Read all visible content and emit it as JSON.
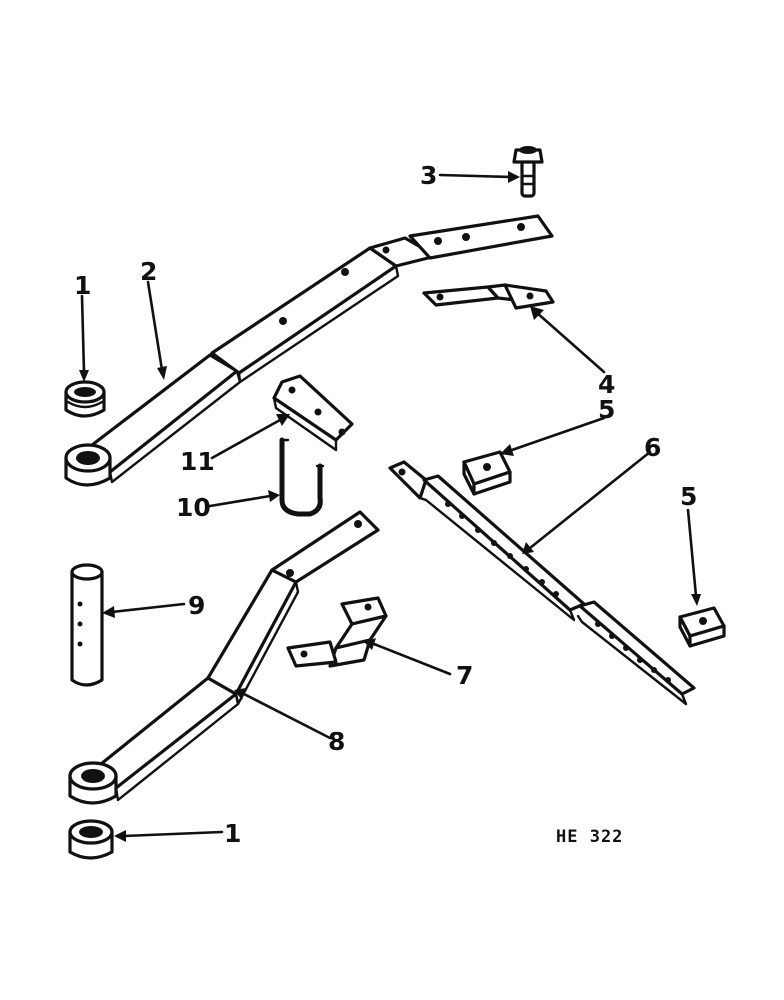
{
  "callouts": {
    "c1a": "1",
    "c1b": "1",
    "c2": "2",
    "c3": "3",
    "c4": "4",
    "c5a": "5",
    "c5b": "5",
    "c6": "6",
    "c7": "7",
    "c8": "8",
    "c9": "9",
    "c10": "10",
    "c11": "11"
  },
  "drawing_code": "HE 322"
}
